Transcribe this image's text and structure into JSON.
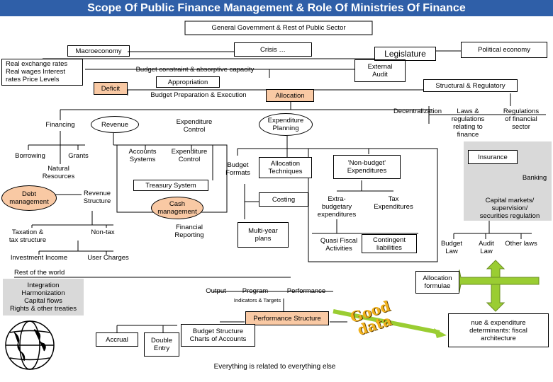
{
  "title": "Scope Of Public Finance Management & Role Of Ministries Of Finance",
  "general_government": "General Government & Rest of Public Sector",
  "macroeconomy": "Macroeconomy",
  "crisis": "Crisis …",
  "legislature": "Legislature",
  "political_economy": "Political economy",
  "macro_indicators": "Real exchange rates\nReal wages   Interest\nrates     Price Levels",
  "budget_constraint": "Budget constraint & absorptive capacity",
  "external_audit": "External\nAudit",
  "appropriation": "Appropriation",
  "deficit": "Deficit",
  "budget_preparation": "Budget Preparation & Execution",
  "allocation": "Allocation",
  "structural_regulatory": "Structural & Regulatory",
  "decentralization": "Decentralization",
  "laws_regulations": "Laws &\nregulations\nrelating to\nfinance",
  "regulations_financial": "Regulations\nof financial\nsector",
  "financing": "Financing",
  "revenue": "Revenue",
  "expenditure_control_oval": "Expenditure\nControl",
  "expenditure_planning": "Expenditure\nPlanning",
  "borrowing": "Borrowing",
  "grants": "Grants",
  "natural_resources": "Natural\nResources",
  "accounts_systems": "Accounts\nSystems",
  "expenditure_control": "Expenditure\nControl",
  "budget_formats": "Budget\nFormats",
  "allocation_techniques": "Allocation\nTechniques",
  "non_budget": "'Non-budget'\nExpenditures",
  "insurance": "Insurance",
  "banking": "Banking",
  "treasury_system": "Treasury System",
  "debt_management": "Debt\nmanagement",
  "revenue_structure": "Revenue\nStructure",
  "cash_management": "Cash\nmanagement",
  "costing": "Costing",
  "extra_budgetary": "Extra-\nbudgetary\nexpenditures",
  "tax_expenditures": "Tax\nExpenditures",
  "capital_markets": "Capital markets/\nsupervision/\nsecurities regulation",
  "taxation": "Taxation &\ntax structure",
  "non_tax": "Non-tax",
  "financial_reporting": "Financial\nReporting",
  "multi_year": "Multi-year\nplans",
  "quasi_fiscal": "Quasi Fiscal\nActivities",
  "contingent": "Contingent\nliabilities",
  "budget_law": "Budget\nLaw",
  "audit_law": "Audit\nLaw",
  "other_laws": "Other laws",
  "investment_income": "Investment Income",
  "user_charges": "User Charges",
  "rest_of_world": "Rest of the world",
  "integration": "Integration\nHarmonization\nCapital flows\nRights & other treaties",
  "allocation_formulae": "Allocation\nformulae",
  "output": "Output",
  "program": "Program",
  "performance": "Performance",
  "indicators": "Indicators & Targets",
  "performance_structure": "Performance Structure",
  "accrual": "Accrual",
  "double_entry": "Double\nEntry",
  "budget_structure": "Budget Structure\nCharts of Accounts",
  "good_data": "Good\ndata",
  "revenue_determinants": "nue & expenditure\ndeterminants: fiscal\narchitecture",
  "footer": "Everything is related to everything else",
  "colors": {
    "banner": "#2f5fa8",
    "peach": "#f9c9a4",
    "grey": "#d9d9d9",
    "arrow_green": "#9acd32",
    "good_data": "#f2b21c"
  }
}
